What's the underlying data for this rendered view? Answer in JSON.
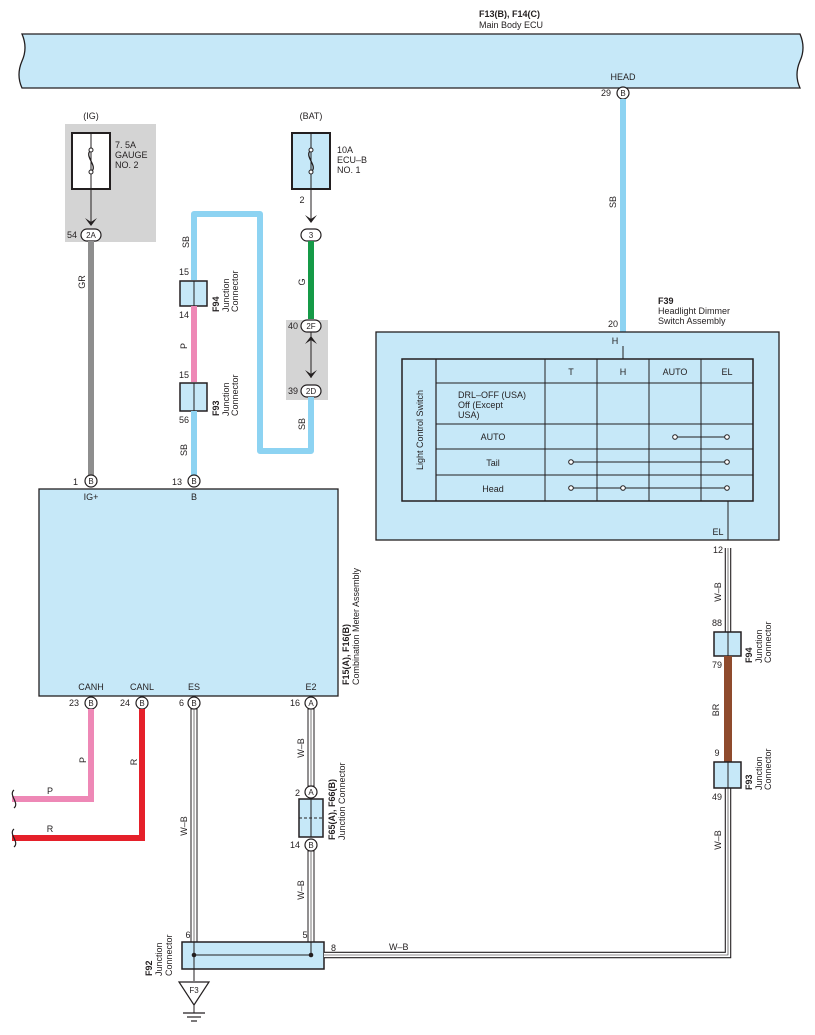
{
  "ecu": {
    "code": "F13(B), F14(C)",
    "name": "Main Body ECU",
    "head_label": "HEAD",
    "head_pin": "29",
    "head_conn": "B"
  },
  "fuse_gauge": {
    "supply": "(IG)",
    "rating": "7. 5A",
    "name1": "GAUGE",
    "name2": "NO. 2",
    "pin": "54",
    "conn": "2A"
  },
  "fuse_ecub": {
    "supply": "(BAT)",
    "rating": "10A",
    "name1": "ECU–B",
    "name2": "NO. 1",
    "pin_top": "2",
    "pin": "3"
  },
  "junction_2f2d": {
    "pin_top": "40",
    "conn_top": "2F",
    "pin_bot": "39",
    "conn_bot": "2D"
  },
  "meter": {
    "code": "F15(A), F16(B)",
    "name": "Combination Meter Assembly",
    "pins": {
      "igp": {
        "label": "IG+",
        "num": "1",
        "conn": "B"
      },
      "b": {
        "label": "B",
        "num": "13",
        "conn": "B"
      },
      "canh": {
        "label": "CANH",
        "num": "23",
        "conn": "B"
      },
      "canl": {
        "label": "CANL",
        "num": "24",
        "conn": "B"
      },
      "es": {
        "label": "ES",
        "num": "6",
        "conn": "B"
      },
      "e2": {
        "label": "E2",
        "num": "16",
        "conn": "A"
      }
    }
  },
  "wire_colors": {
    "gr": "GR",
    "sb": "SB",
    "g": "G",
    "p": "P",
    "r": "R",
    "wb": "W–B",
    "br": "BR"
  },
  "jc_f94_left": {
    "code": "F94",
    "name1": "Junction",
    "name2": "Connector",
    "pin_top": "15",
    "pin_bot": "14"
  },
  "jc_f93_left": {
    "code": "F93",
    "name1": "Junction",
    "name2": "Connector",
    "pin_top": "15",
    "pin_bot": "56"
  },
  "jc_f94_right": {
    "code": "F94",
    "name1": "Junction",
    "name2": "Connector",
    "pin_top": "88",
    "pin_bot": "79"
  },
  "jc_f93_right": {
    "code": "F93",
    "name1": "Junction",
    "name2": "Connector",
    "pin_top": "9",
    "pin_bot": "49"
  },
  "jc_f65": {
    "code": "F65(A), F66(B)",
    "name": "Junction Connector",
    "pin_top": "2",
    "conn_top": "A",
    "pin_bot": "14",
    "conn_bot": "B"
  },
  "jc_f92": {
    "code": "F92",
    "name1": "Junction",
    "name2": "Connector",
    "pin_left": "6",
    "pin_mid": "5",
    "pin_right": "8"
  },
  "ground": {
    "label": "F3"
  },
  "dimmer": {
    "code": "F39",
    "name1": "Headlight Dimmer",
    "name2": "Switch Assembly",
    "pin_h_num": "20",
    "pin_h_label": "H",
    "pin_el_label": "EL",
    "pin_el_num": "12",
    "table_title": "Light Control Switch",
    "columns": [
      "T",
      "H",
      "AUTO",
      "EL"
    ],
    "rows": [
      {
        "label": "DRL–OFF (USA)",
        "label2": "Off (Except",
        "label3": "USA)"
      },
      {
        "label": "AUTO"
      },
      {
        "label": "Tail"
      },
      {
        "label": "Head"
      }
    ]
  },
  "colors": {
    "panel": "#c6e8f8",
    "sb": "#8dd3f2",
    "gray": "#8e8e8e",
    "green": "#159a47",
    "pink": "#ee88b6",
    "red": "#e5202a",
    "brown": "#8f4b2d",
    "fuse_bg": "#d4d4d4"
  }
}
